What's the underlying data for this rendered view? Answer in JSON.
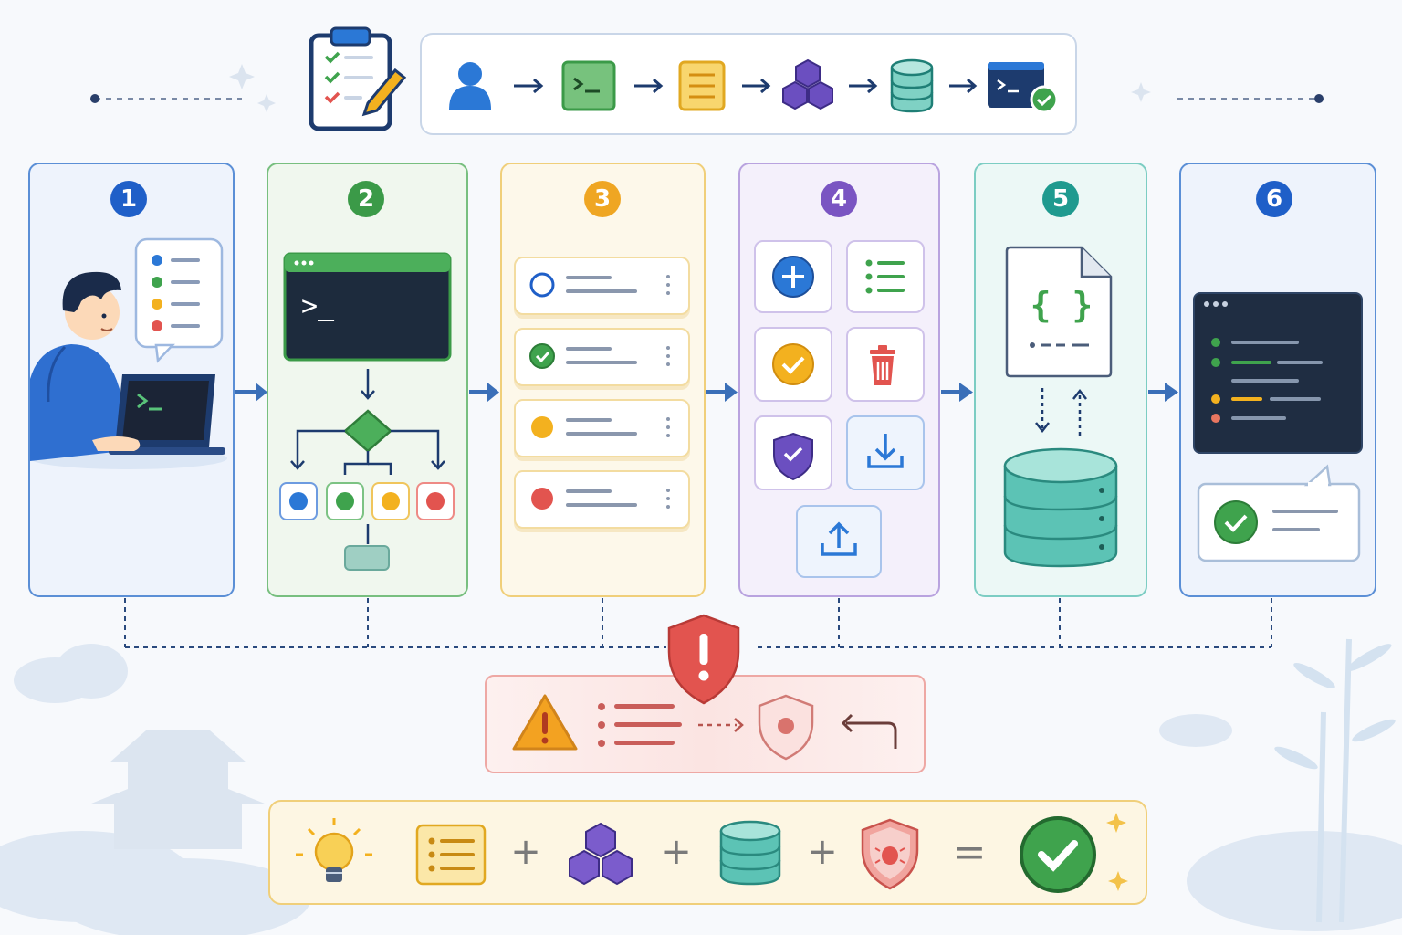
{
  "steps": [
    {
      "number": "1",
      "color": "#1f5fc8",
      "border": "#5b8fd6",
      "fill": "#eef3fc"
    },
    {
      "number": "2",
      "color": "#3b9a48",
      "border": "#78bf7f",
      "fill": "#f0f7ee"
    },
    {
      "number": "3",
      "color": "#efa623",
      "border": "#f0cf7a",
      "fill": "#fdf8ea"
    },
    {
      "number": "4",
      "color": "#7a55c2",
      "border": "#b9a3df",
      "fill": "#f4f0fb"
    },
    {
      "number": "5",
      "color": "#1f9a8f",
      "border": "#7ccdc3",
      "fill": "#ecf8f6"
    },
    {
      "number": "6",
      "color": "#1f5fc8",
      "border": "#5b8fd6",
      "fill": "#eef3fc"
    }
  ],
  "terminal_prompt": ">_",
  "code_braces": "{ }",
  "formula": {
    "plus": "+",
    "equals": "="
  },
  "icons": {
    "top_flow": [
      "user-icon",
      "terminal-icon",
      "list-icon",
      "cubes-icon",
      "database-icon",
      "terminal-check-icon"
    ],
    "step4_actions": [
      "add-icon",
      "list-icon",
      "check-icon",
      "trash-icon",
      "shield-check-icon",
      "download-icon",
      "upload-icon"
    ],
    "error_flow": [
      "warning-icon",
      "list-icon",
      "shield-icon",
      "return-arrow-icon"
    ],
    "formula": [
      "lightbulb-icon",
      "list-icon",
      "cubes-icon",
      "database-icon",
      "shield-bug-icon",
      "success-check-icon"
    ]
  },
  "colors": {
    "navy": "#1d3b6e",
    "blue": "#2b78d6",
    "green": "#3fa34d",
    "yellow": "#f3b11f",
    "red": "#e2544f",
    "purple": "#6b4fc0",
    "teal": "#5cc3b5",
    "error_fill": "#fdecea",
    "formula_fill": "#fdf6e3"
  }
}
